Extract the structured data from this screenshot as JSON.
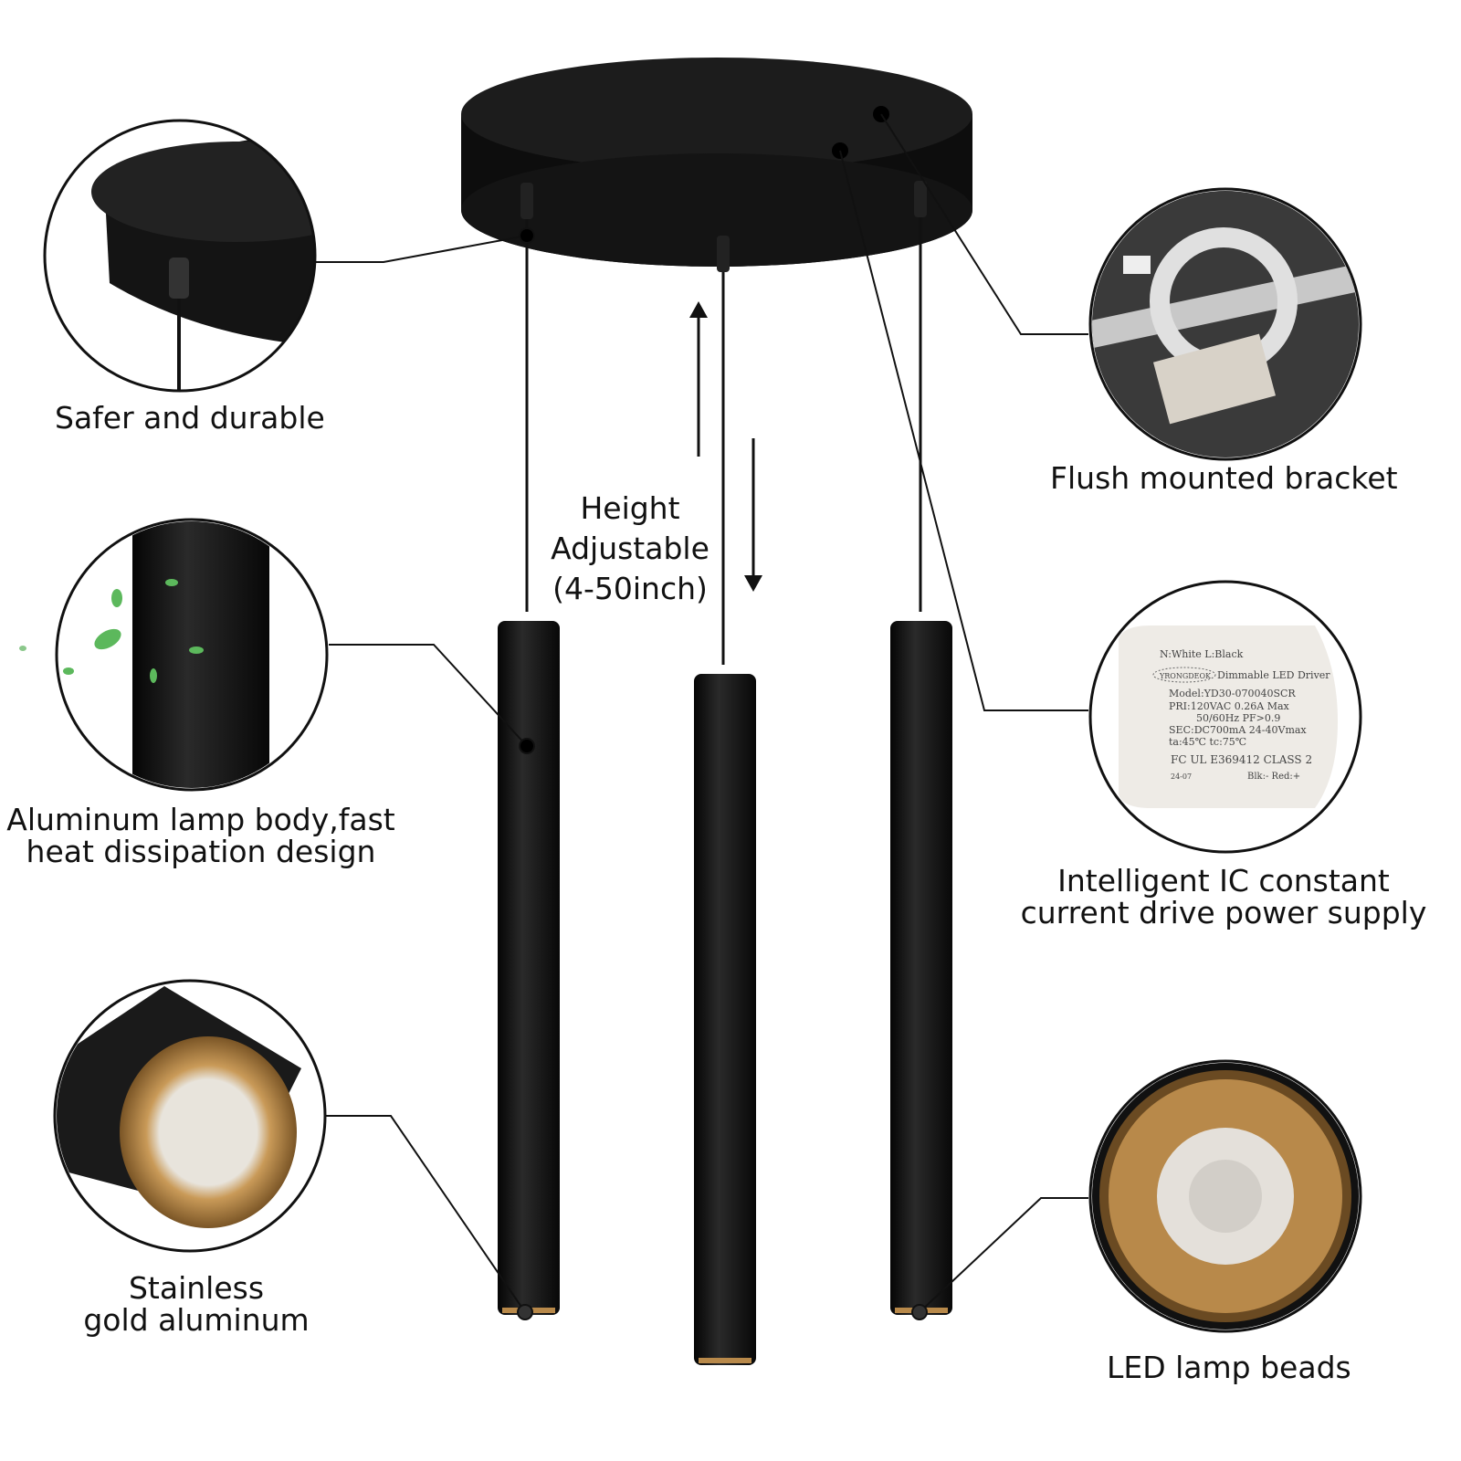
{
  "labels": {
    "safer": "Safer and durable",
    "bracket": "Flush mounted bracket",
    "height_line1": "Height",
    "height_line2": "Adjustable",
    "height_line3": "(4-50inch)",
    "body_line1": "Aluminum lamp body,fast",
    "body_line2": "heat dissipation design",
    "driver_line1": "Intelligent IC constant",
    "driver_line2": "current drive power supply",
    "gold_line1": "Stainless",
    "gold_line2": "gold aluminum",
    "beads": "LED lamp beads"
  },
  "driver_label": {
    "wires": "N:White   L:Black",
    "brand": "YRONGDEOK",
    "title": "Dimmable LED Driver",
    "model": "Model:YD30-070040SCR",
    "pri": "PRI:120VAC 0.26A Max",
    "freq": "50/60Hz PF>0.9",
    "sec": "SEC:DC700mA 24-40Vmax",
    "temp": "ta:45℃   tc:75℃",
    "cert": "FC   UL E369412   CLASS 2",
    "date": "24-07",
    "polarity": "Blk:-   Red:+"
  },
  "colors": {
    "black": "#111111",
    "gold": "#b8894a",
    "leaf": "#5cb85c"
  }
}
